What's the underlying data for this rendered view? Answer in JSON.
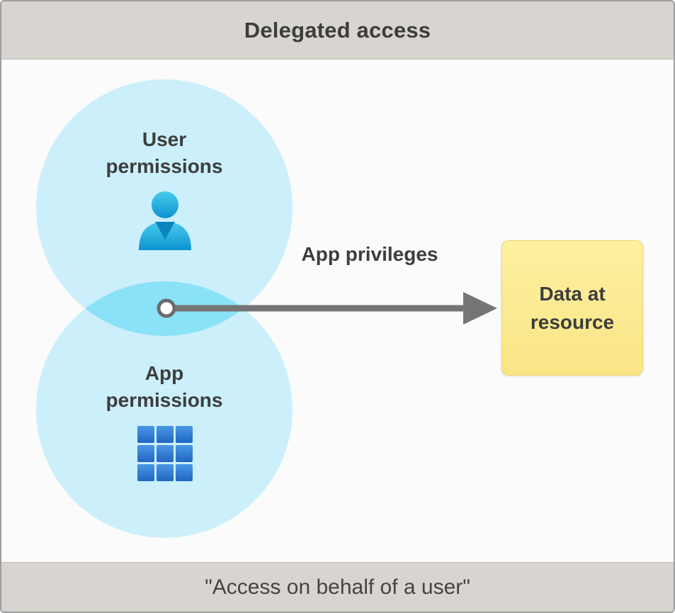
{
  "header": {
    "title": "Delegated access"
  },
  "diagram": {
    "user_circle": {
      "label": "User permissions",
      "icon": "user-person-icon"
    },
    "app_circle": {
      "label": "App permissions",
      "icon": "app-grid-icon"
    },
    "arrow": {
      "label": "App privileges",
      "icon": "arrow-right-icon"
    },
    "resource_box": {
      "label": "Data at resource"
    }
  },
  "footer": {
    "caption": "\"Access on behalf of a user\""
  },
  "colors": {
    "header_bg": "#d8d5d1",
    "canvas_bg": "#fbfbfb",
    "circle_fill": "#cbeffb",
    "overlap_fill": "#8ae2f7",
    "arrow_gray": "#757575",
    "resource_box_fill": "#fbe88c",
    "person_icon_blue": "#17a7dd",
    "grid_icon_blue": "#2e7dd4",
    "text_dark": "#3d3d3d"
  }
}
